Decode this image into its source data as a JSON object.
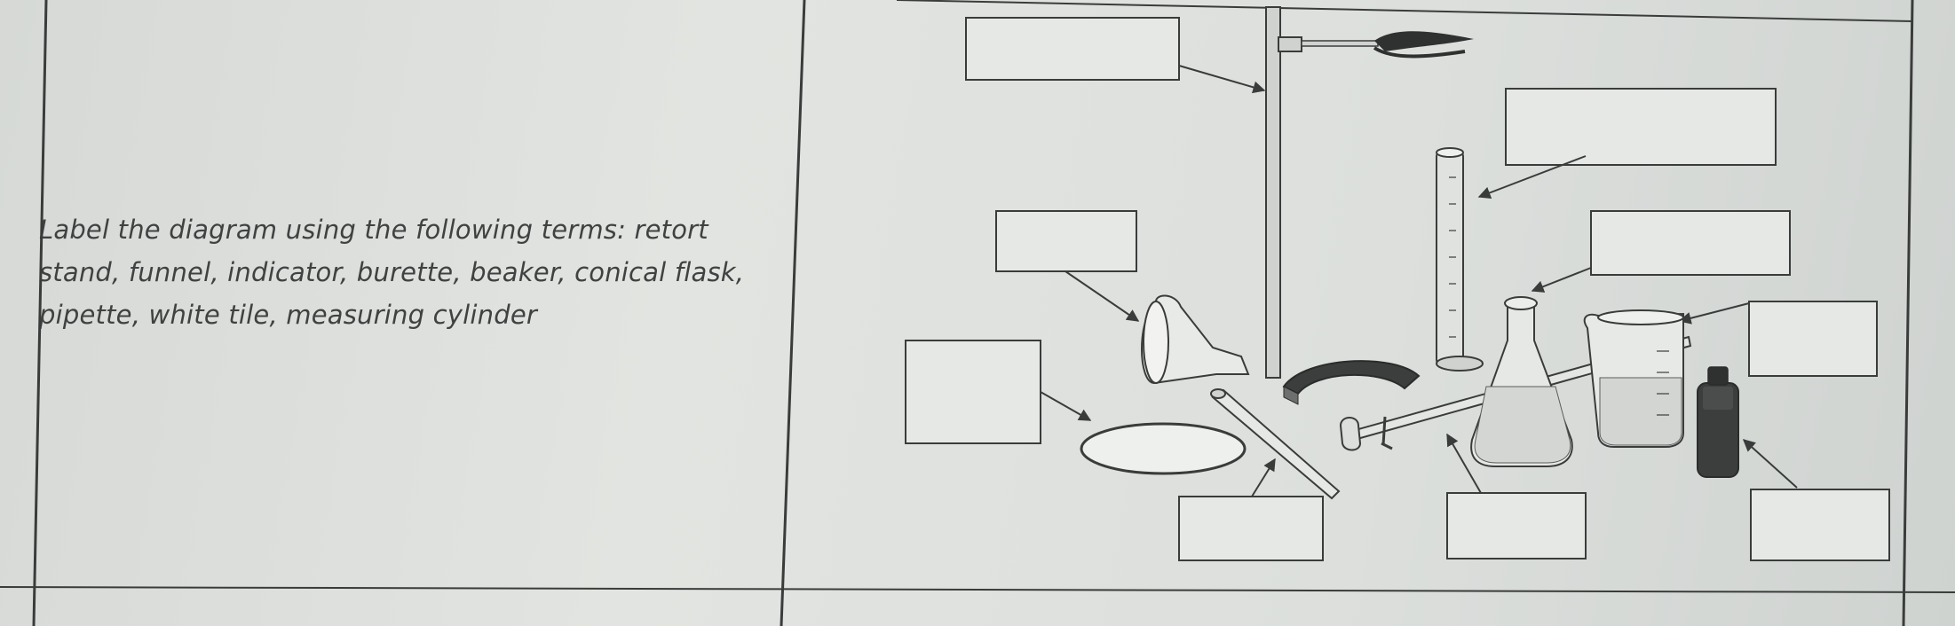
{
  "worksheet": {
    "instruction": "Label the diagram using the following terms: retort stand, funnel, indicator, burette, beaker, conical flask, pipette, white tile, measuring cylinder"
  },
  "diagram": {
    "apparatus": [
      "retort stand",
      "burette",
      "measuring cylinder",
      "funnel",
      "beaker",
      "white tile",
      "pipette",
      "conical flask",
      "indicator"
    ],
    "answer_boxes_count": 9
  },
  "colors": {
    "paper": "#dcdfdc",
    "line": "#3a3c3b",
    "text": "#3f4241"
  }
}
